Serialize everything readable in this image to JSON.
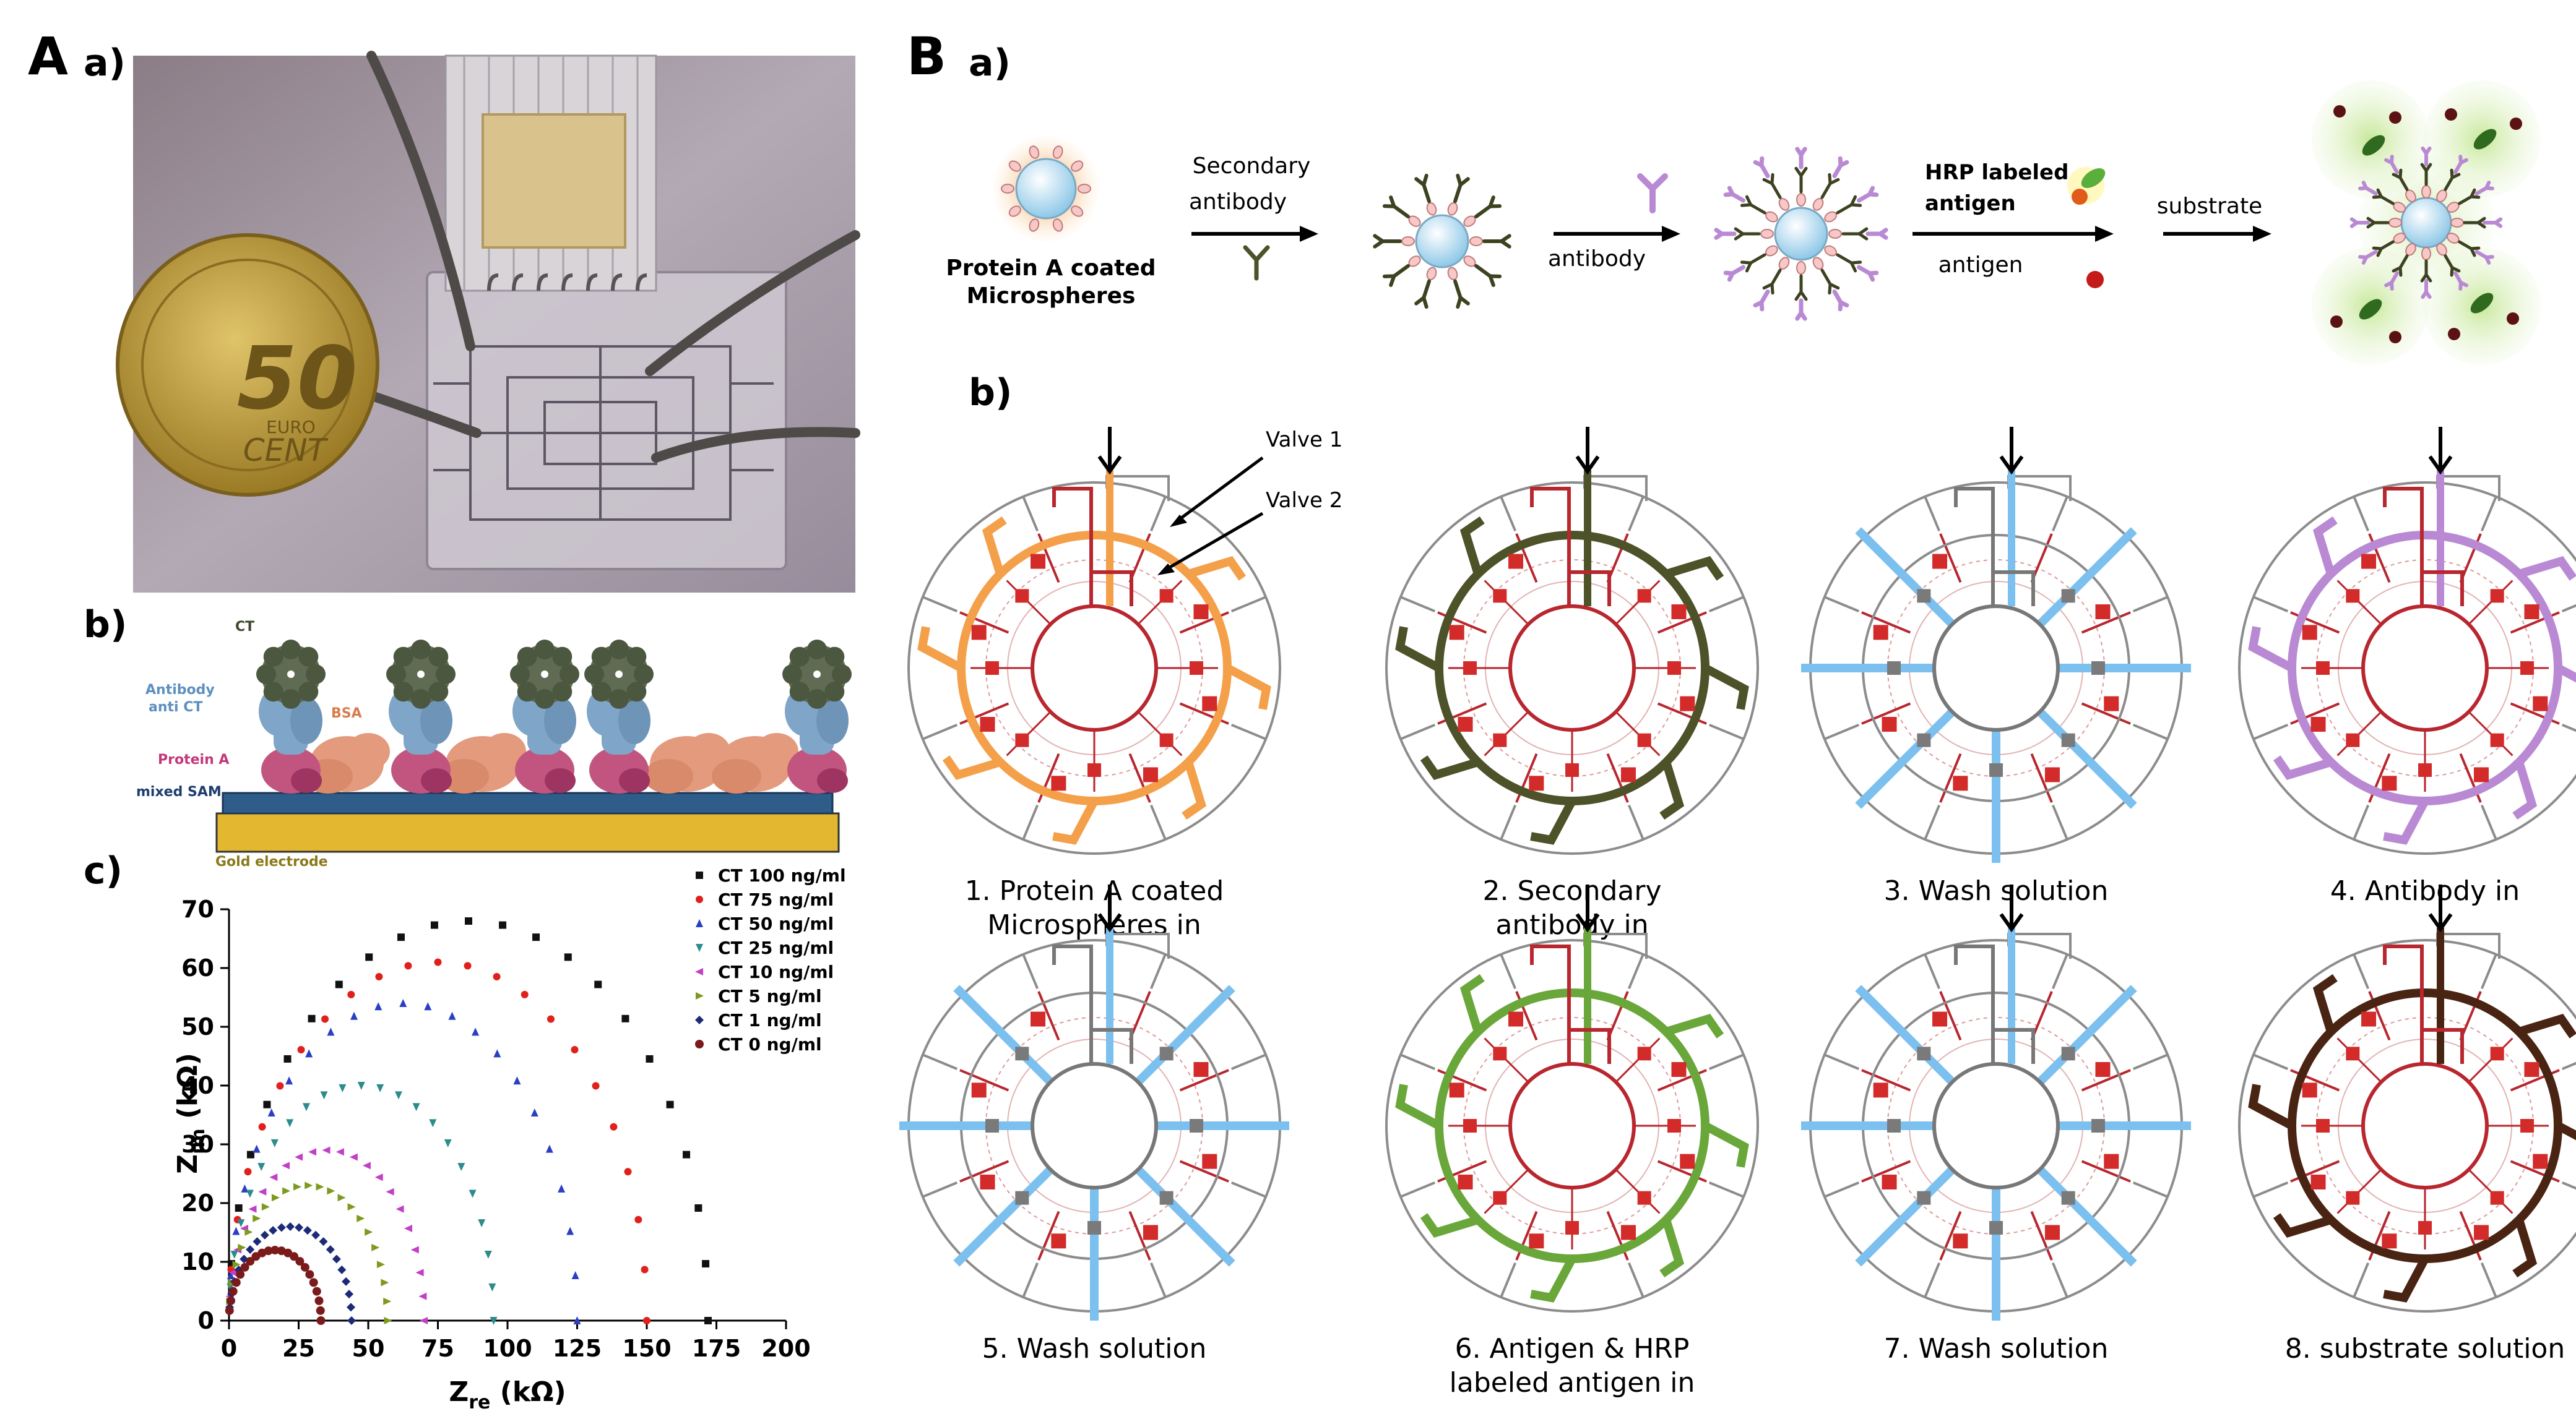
{
  "panel_labels": {
    "A": "A",
    "A_a": "a)",
    "A_b": "b)",
    "A_c": "c)",
    "B": "B",
    "B_a": "a)",
    "B_b": "b)"
  },
  "photo": {
    "coin_number": "50",
    "coin_text_1": "EURO",
    "coin_text_2": "CENT",
    "coin_colors": {
      "outer": "#a8892f",
      "inner": "#c9a84a"
    }
  },
  "schematic": {
    "ct": "CT",
    "antibody": "Antibody",
    "anti_ct": "anti CT",
    "bsa": "BSA",
    "protein_a": "Protein A",
    "sam": "mixed SAM",
    "gold": "Gold electrode",
    "colors": {
      "antibody": "#7fa6c8",
      "protein": "#c2557f",
      "bsa": "#e39a7d",
      "ct": "#5f6b52",
      "sam": "#2f5d8a",
      "gold": "#e3b730"
    }
  },
  "chart_data": {
    "type": "scatter",
    "xlabel_main": "Z",
    "xlabel_sub": "re",
    "xlabel_unit": " (kΩ)",
    "ylabel_main": "Z",
    "ylabel_sub": "im",
    "ylabel_unit": " (kΩ)",
    "xlim": [
      0,
      200
    ],
    "ylim": [
      0,
      70
    ],
    "x_ticks": [
      "0",
      "25",
      "50",
      "75",
      "100",
      "125",
      "150",
      "175",
      "200"
    ],
    "y_ticks": [
      "0",
      "10",
      "20",
      "30",
      "40",
      "50",
      "60",
      "70"
    ],
    "series": [
      {
        "name": "CT 100 ng/ml",
        "marker": "square",
        "color": "#111111",
        "x_end": 172,
        "peak": 68
      },
      {
        "name": "CT 75 ng/ml",
        "marker": "circle",
        "color": "#e0201c",
        "x_end": 150,
        "peak": 61
      },
      {
        "name": "CT 50 ng/ml",
        "marker": "triangle",
        "color": "#2a3fc4",
        "x_end": 125,
        "peak": 54
      },
      {
        "name": "CT 25 ng/ml",
        "marker": "tri-down",
        "color": "#2c8c8c",
        "x_end": 95,
        "peak": 40
      },
      {
        "name": "CT 10 ng/ml",
        "marker": "tri-left",
        "color": "#c23fc6",
        "x_end": 70,
        "peak": 29
      },
      {
        "name": "CT 5 ng/ml",
        "marker": "tri-right",
        "color": "#7d9a1e",
        "x_end": 57,
        "peak": 23
      },
      {
        "name": "CT 1 ng/ml",
        "marker": "diamond",
        "color": "#1c2a78",
        "x_end": 44,
        "peak": 16
      },
      {
        "name": "CT 0 ng/ml",
        "marker": "hexagon",
        "color": "#7a1a1a",
        "x_end": 33,
        "peak": 12
      }
    ]
  },
  "reaction": {
    "step1_line1": "Protein A coated",
    "step1_line2": "Microspheres",
    "arrow1_line1": "Secondary",
    "arrow1_line2": "antibody",
    "arrow2": "antibody",
    "arrow3_line1": "HRP labeled",
    "arrow3_line2": "antigen",
    "arrow3_below": "antigen",
    "arrow4": "substrate"
  },
  "chips": {
    "valve1": "Valve 1",
    "valve2": "Valve 2",
    "items": [
      {
        "line1": "1. Protein A coated",
        "line2": "Microspheres in",
        "color": "#f4a04a",
        "mode": "ring"
      },
      {
        "line1": "2. Secondary",
        "line2": "antibody in",
        "color": "#4d5229",
        "mode": "ring"
      },
      {
        "line1": "3. Wash  solution",
        "line2": "",
        "color": "#7cc0ef",
        "mode": "wash"
      },
      {
        "line1": "4. Antibody  in",
        "line2": "",
        "color": "#b98ad3",
        "mode": "ring"
      },
      {
        "line1": "5. Wash  solution",
        "line2": "",
        "color": "#7cc0ef",
        "mode": "wash"
      },
      {
        "line1": "6. Antigen & HRP",
        "line2": "labeled antigen in",
        "color": "#6aa73a",
        "mode": "ring"
      },
      {
        "line1": "7. Wash  solution",
        "line2": "",
        "color": "#7cc0ef",
        "mode": "wash"
      },
      {
        "line1": "8. substrate solution",
        "line2": "",
        "color": "#4a2412",
        "mode": "ring"
      }
    ]
  }
}
